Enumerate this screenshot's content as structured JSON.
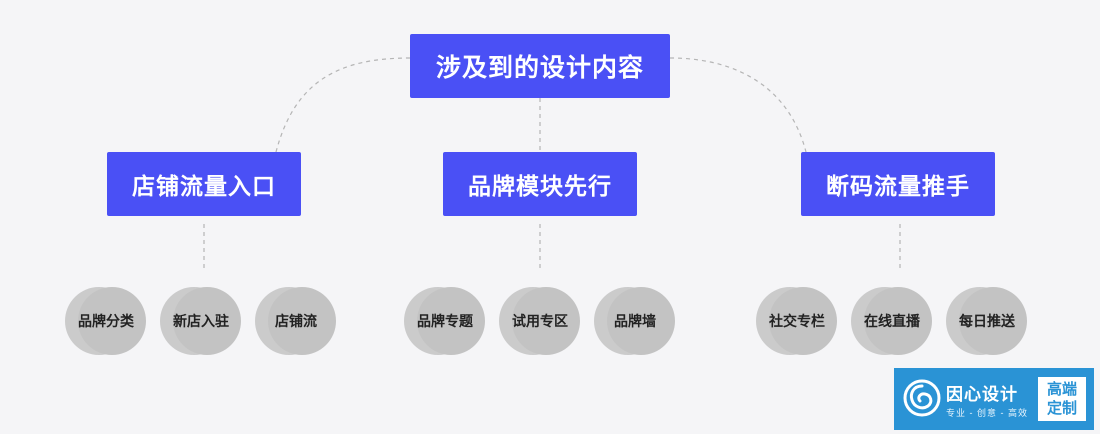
{
  "root": {
    "label": "涉及到的设计内容"
  },
  "categories": [
    {
      "label": "店铺流量入口",
      "items": [
        "品牌分类",
        "新店入驻",
        "店铺流"
      ]
    },
    {
      "label": "品牌模块先行",
      "items": [
        "品牌专题",
        "试用专区",
        "品牌墙"
      ]
    },
    {
      "label": "断码流量推手",
      "items": [
        "社交专栏",
        "在线直播",
        "每日推送"
      ]
    }
  ],
  "logo": {
    "name": "因心设计",
    "slogan": "专业 - 创意 - 高效",
    "tag_line1": "高端",
    "tag_line2": "定制"
  },
  "colors": {
    "box": "#4a50f5",
    "leaf": "#c3c3c3",
    "connector": "#b5b5b5",
    "logo_bg": "#2a93d5",
    "background": "#f5f5f7"
  }
}
